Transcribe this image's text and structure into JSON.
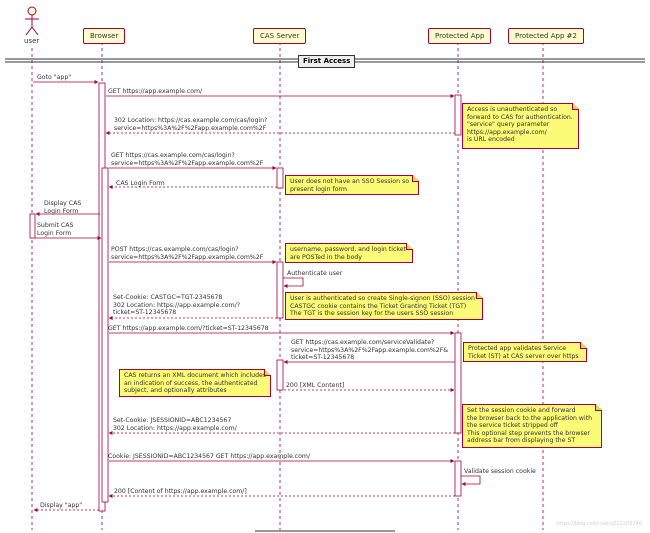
{
  "participants": {
    "user": "user",
    "browser": "Browser",
    "cas": "CAS Server",
    "app": "Protected App",
    "app2": "Protected App #2"
  },
  "section": "First Access",
  "messages": [
    {
      "text": "Goto \"app\""
    },
    {
      "text": "GET https://app.example.com/"
    },
    {
      "text": "302 Location: https://cas.example.com/cas/login?\nservice=https%3A%2F%2Fapp.example.com%2F"
    },
    {
      "text": "GET https://cas.example.com/cas/login?\nservice=https%3A%2F%2Fapp.example.com%2F"
    },
    {
      "text": "CAS Login Form"
    },
    {
      "text": "Display CAS\nLogin Form"
    },
    {
      "text": "Submit CAS\nLogin Form"
    },
    {
      "text": "POST https://cas.example.com/cas/login?\nservice=https%3A%2F%2Fapp.example.com%2F"
    },
    {
      "text": "Authenticate user"
    },
    {
      "text": "Set-Cookie: CASTGC=TGT-2345678\n302 Location: https://app.example.com/?\nticket=ST-12345678"
    },
    {
      "text": "GET https://app.example.com/?ticket=ST-12345678"
    },
    {
      "text": "GET https://cas.example.com/serviceValidate?\nservice=https%3A%2F%2Fapp.example.com%2F&\nticket=ST-12345678"
    },
    {
      "text": "200 [XML Content]"
    },
    {
      "text": "Set-Cookie: JSESSIONID=ABC1234567\n302 Location: https://app.example.com/"
    },
    {
      "text": "Cookie: JSESSIONID=ABC1234567 GET https://app.example.com/"
    },
    {
      "text": "Validate session cookie"
    },
    {
      "text": "200 [Content of https://app.example.com/]"
    },
    {
      "text": "Display \"app\""
    }
  ],
  "notes": [
    {
      "text": "Access is unauthenticated so\nforward to CAS for authentication.\n\"service\" query parameter\nhttps://app.example.com/\nis URL encoded"
    },
    {
      "text": "User does not have an SSO Session so\npresent login form"
    },
    {
      "text": "username, password, and login ticket\nare POSTed in the body"
    },
    {
      "text": "User is authenticated so create Single-signon (SSO) session\nCASTGC cookie contains the Ticket Granting Ticket (TGT)\nThe TGT is the session key for the users SSO session"
    },
    {
      "text": "Protected app validates Service\nTicket (ST) at CAS server over https"
    },
    {
      "text": "CAS returns an XML document which includes\nan indication of success, the authenticated\nsubject, and optionally attributes"
    },
    {
      "text": "Set the session cookie and forward\nthe browser back to the application with\nthe service ticket stripped off\nThis optional step prevents the browser\naddress bar from displaying the ST"
    }
  ],
  "watermark": "https://blog.csdn.net/u011203246",
  "colors": {
    "line": "#a80036",
    "box": "#fefece",
    "note": "#fbfb77"
  }
}
